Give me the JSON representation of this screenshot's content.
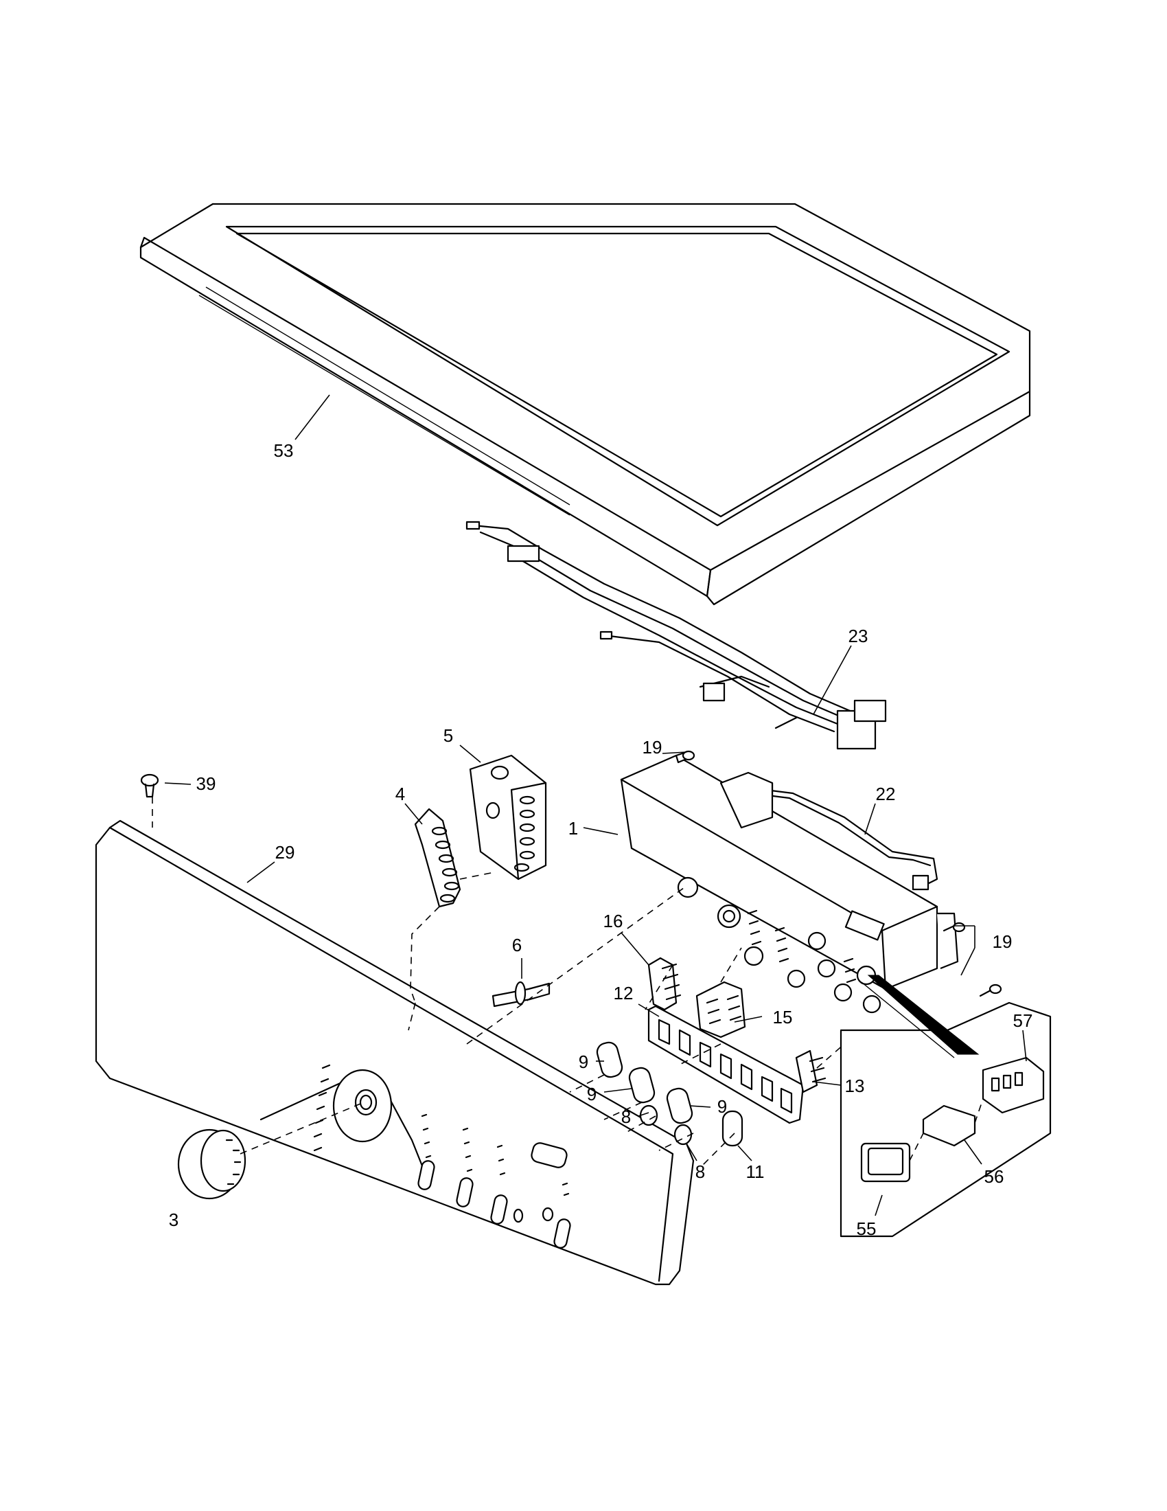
{
  "diagram": {
    "callouts": {
      "p53": "53",
      "p23": "23",
      "p22": "22",
      "p5": "5",
      "p4": "4",
      "p39": "39",
      "p29": "29",
      "p19a": "19",
      "p19b": "19",
      "p1": "1",
      "p6": "6",
      "p16": "16",
      "p12": "12",
      "p15": "15",
      "p9a": "9",
      "p9b": "9",
      "p9c": "9",
      "p8a": "8",
      "p8b": "8",
      "p11": "11",
      "p13": "13",
      "p57": "57",
      "p56": "56",
      "p55": "55",
      "p3": "3"
    }
  }
}
